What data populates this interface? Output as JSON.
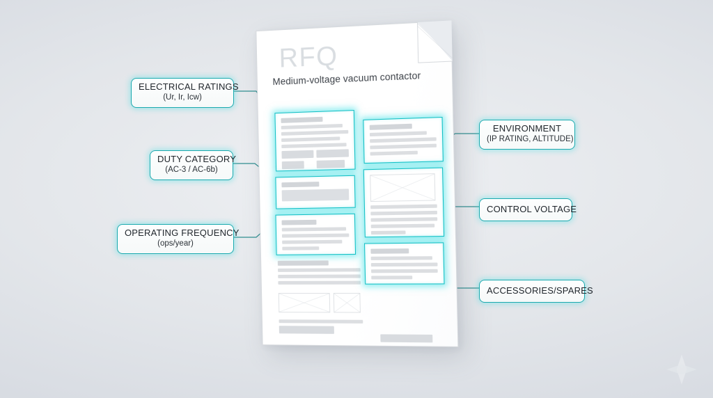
{
  "document": {
    "title": "RFQ",
    "subtitle": "Medium-voltage vacuum contactor"
  },
  "colors": {
    "accent": "#12bfc4",
    "label_border": "#1aa9ae",
    "connector": "#2f8e90",
    "paper": "#ffffff",
    "background": "#dfe3e8",
    "skeleton": "#dcdee1",
    "title_gray": "#d9dde1"
  },
  "callouts": {
    "left": [
      {
        "name": "electrical-ratings",
        "line1": "ELECTRICAL RATINGS",
        "line2": "(Ur, Ir, Icw)"
      },
      {
        "name": "duty-category",
        "line1": "DUTY CATEGORY",
        "line2": "(AC-3 / AC-6b)"
      },
      {
        "name": "operating-frequency",
        "line1": "OPERATING FREQUENCY",
        "line2": "(ops/year)"
      }
    ],
    "right": [
      {
        "name": "environment",
        "line1": "ENVIRONMENT",
        "line2": "(IP RATING, ALTITUDE)"
      },
      {
        "name": "control-voltage",
        "line1": "CONTROL VOLTAGE",
        "line2": ""
      },
      {
        "name": "accessories-spares",
        "line1": "ACCESSORIES/SPARES",
        "line2": ""
      }
    ]
  },
  "highlighted_blocks": [
    {
      "name": "block-electrical-ratings",
      "linked_callout": "ELECTRICAL RATINGS"
    },
    {
      "name": "block-duty-category",
      "linked_callout": "DUTY CATEGORY"
    },
    {
      "name": "block-operating-frequency",
      "linked_callout": "OPERATING FREQUENCY"
    },
    {
      "name": "block-environment",
      "linked_callout": "ENVIRONMENT"
    },
    {
      "name": "block-control-voltage",
      "linked_callout": "CONTROL VOLTAGE"
    },
    {
      "name": "block-accessories-spares",
      "linked_callout": "ACCESSORIES/SPARES"
    }
  ]
}
